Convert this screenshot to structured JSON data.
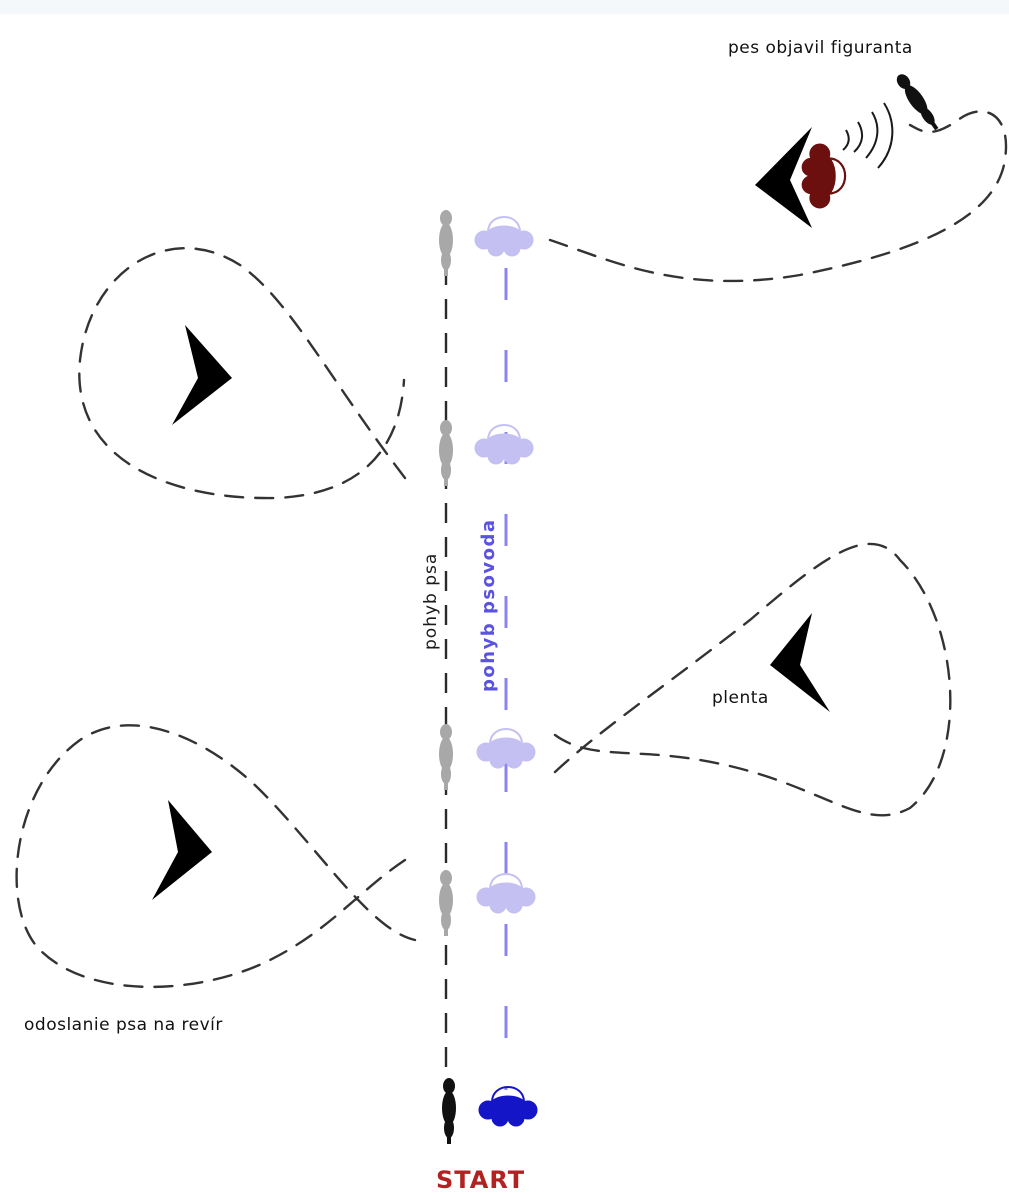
{
  "labels": {
    "found": "pes objavil figuranta",
    "dog_move": "pohyb psa",
    "handler_move": "pohyb psovoda",
    "obstacle": "plenta",
    "send_out": "odoslanie psa na revír",
    "start": "START"
  },
  "colors": {
    "dog_current": "#111111",
    "dog_previous": "#a8a8a8",
    "handler_current": "#1515c8",
    "handler_previous": "#c4c0f2",
    "decoy_dog": "#6b0f0f",
    "start_label": "#b22222",
    "handler_label": "#5a52e0",
    "arrowhead": "#000000"
  },
  "icons": {
    "dog": "dog-silhouette-icon",
    "handler": "handler-topview-icon",
    "blind": "chevron-blind-icon",
    "bark": "sound-waves-icon"
  }
}
